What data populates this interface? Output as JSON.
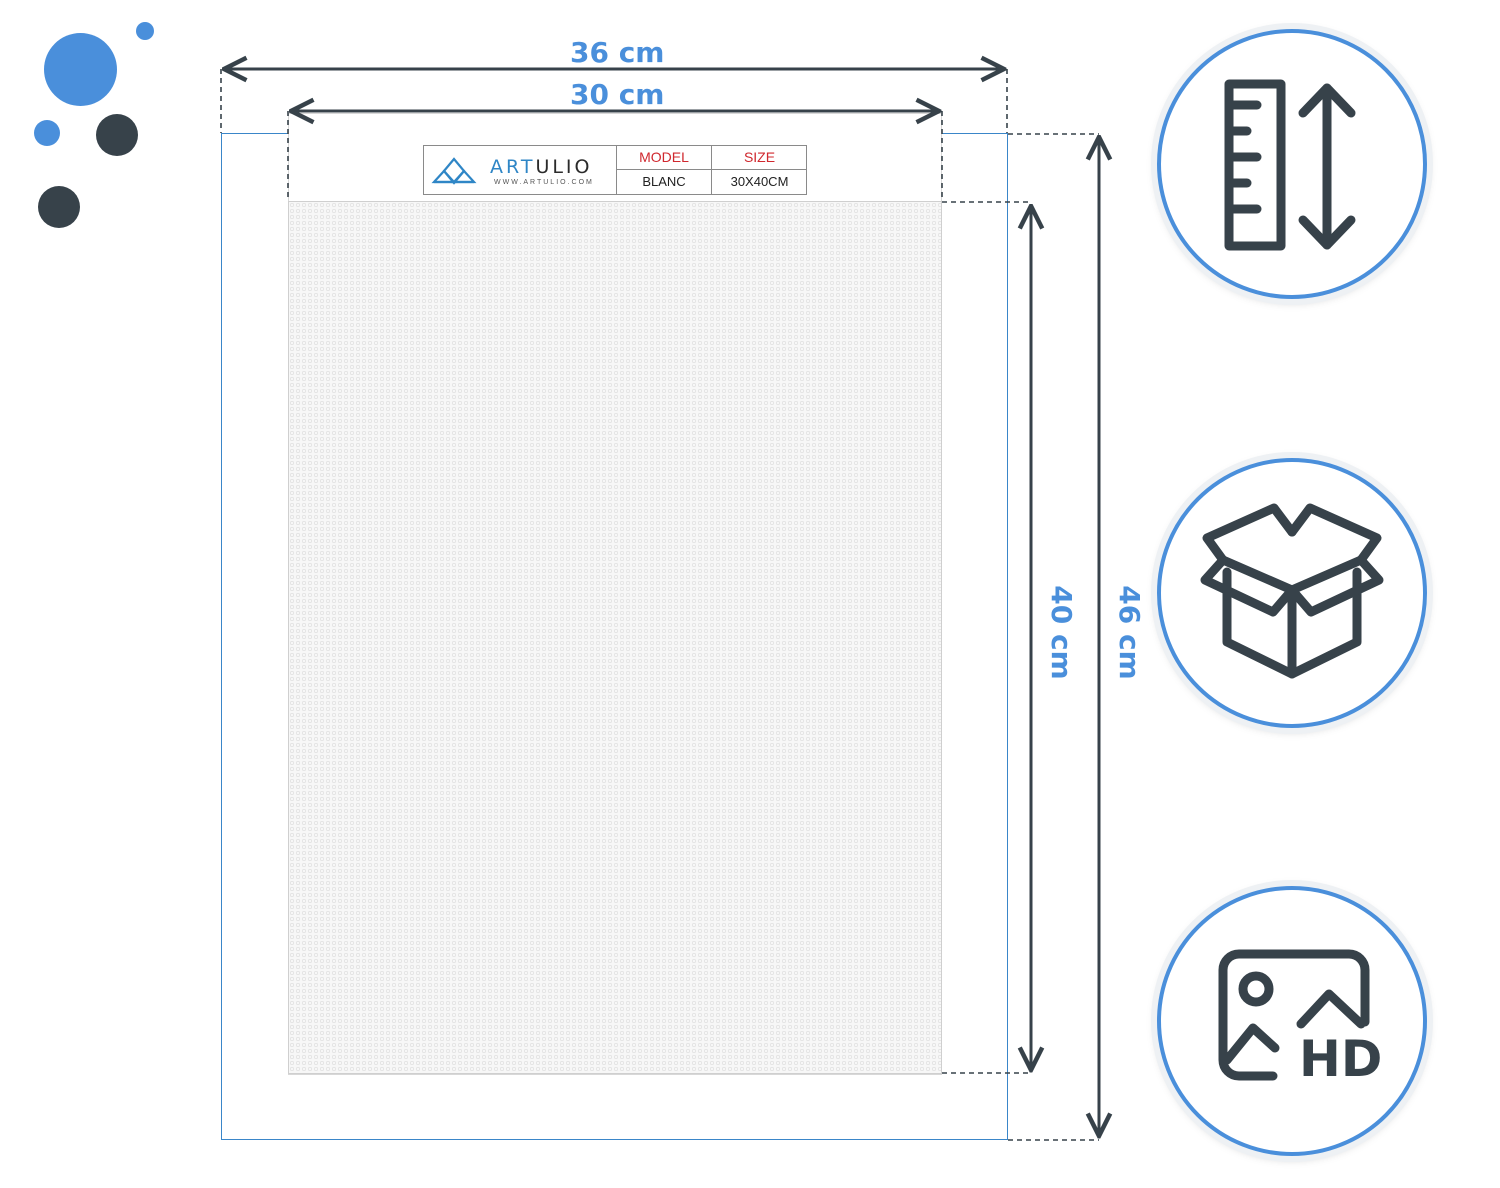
{
  "dimensions": {
    "outer_width_label": "36 cm",
    "inner_width_label": "30 cm",
    "inner_height_label": "40 cm",
    "outer_height_label": "46 cm"
  },
  "product_label": {
    "brand_prefix": "ART",
    "brand_suffix": "ULIO",
    "website": "WWW.ARTULIO.COM",
    "model_header": "MODEL",
    "size_header": "SIZE",
    "model_value": "BLANC",
    "size_value": "30X40CM"
  },
  "badges": [
    {
      "icon": "ruler-arrow-icon"
    },
    {
      "icon": "open-box-icon"
    },
    {
      "icon": "hd-image-icon"
    }
  ],
  "colors": {
    "accent_blue": "#4a8fdb",
    "dark": "#37424a",
    "frame_line": "#3a86c9"
  }
}
